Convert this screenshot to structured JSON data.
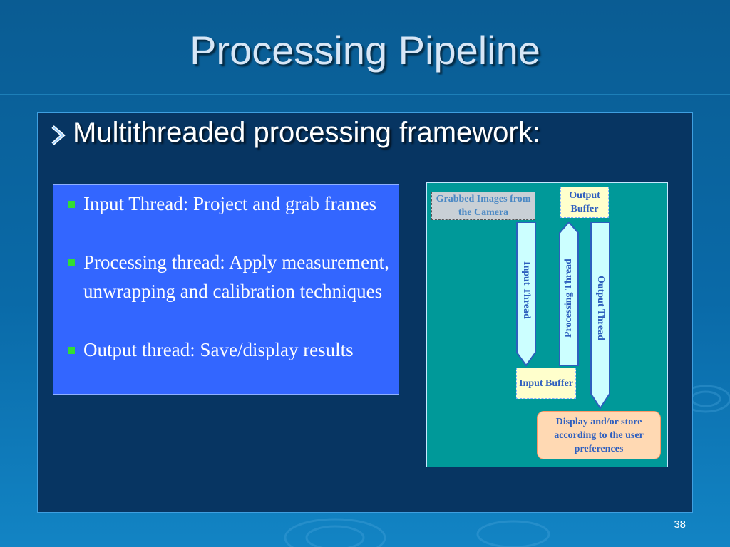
{
  "slide": {
    "title": "Processing Pipeline",
    "main_bullet": "Multithreaded processing framework:",
    "sub_bullets": [
      "Input Thread: Project and grab frames",
      "Processing thread: Apply measurement, unwrapping and calibration techniques",
      "Output thread: Save/display results"
    ],
    "page_number": "38"
  },
  "diagram": {
    "grabbed_images": "Grabbed Images from the Camera",
    "output_buffer": "Output Buffer",
    "input_buffer": "Input Buffer",
    "input_thread": "Input Thread",
    "processing_thread": "Processing Thread",
    "output_thread": "Output Thread",
    "display_store": "Display and/or store according to the user preferences"
  },
  "colors": {
    "background": "#0a6aa8",
    "content_panel": "#073562",
    "text_box": "#3366ff",
    "diagram_bg": "#009999",
    "arrow_fill": "#ccffff",
    "bullet_square": "#33dd33",
    "display_box": "#ffd9b3"
  },
  "icons": {
    "main_bullet": "arrow-bullet-icon",
    "sub_bullet": "square-bullet-icon"
  }
}
